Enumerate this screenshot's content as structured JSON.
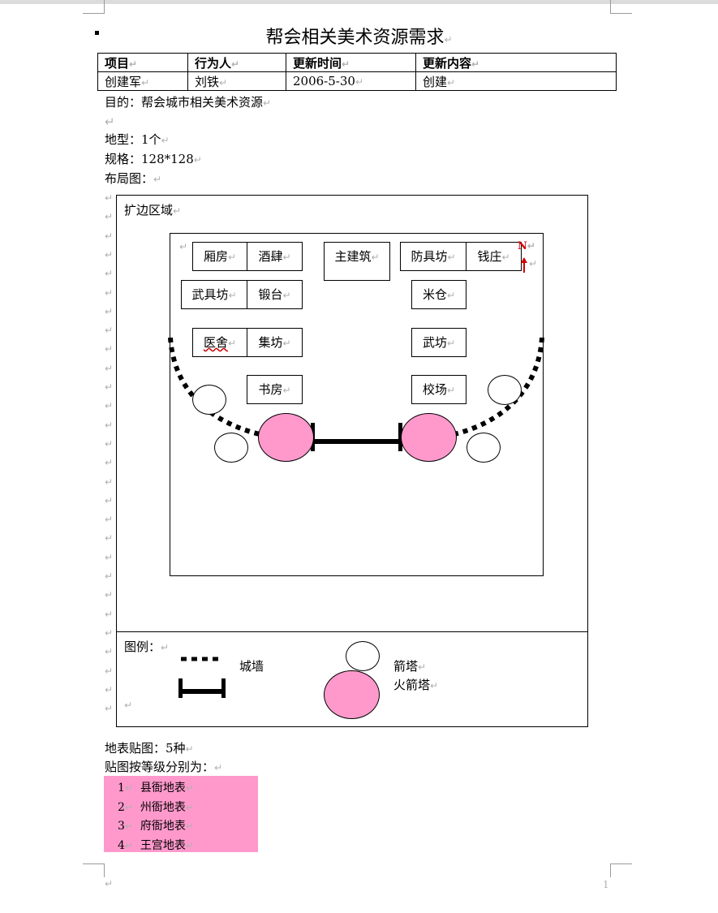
{
  "document": {
    "title": "帮会相关美术资源需求"
  },
  "marks": {
    "para": "↵",
    "tab": "↵"
  },
  "revision_table": {
    "headers": [
      "项目",
      "行为人",
      "更新时间",
      "更新内容"
    ],
    "rows": [
      [
        "创建军",
        "刘铁",
        "2006-5-30",
        "创建"
      ]
    ]
  },
  "body": {
    "purpose": "目的：帮会城市相关美术资源",
    "terrain_type": "地型：1个",
    "spec": "规格：128*128",
    "layout_label": "布局图：",
    "ground_textures": "地表贴图：5种",
    "levels_label": "贴图按等级分别为："
  },
  "diagram": {
    "expansion_label": "扩边区域",
    "north": "N",
    "buildings": {
      "wing_room": "厢房",
      "tavern": "酒肆",
      "main": "主建筑",
      "armor_shop": "防具坊",
      "bank": "钱庄",
      "weapon_shop": "武具坊",
      "forge": "锻台",
      "granary": "米仓",
      "clinic": "医舍",
      "market": "集坊",
      "martial_hall": "武坊",
      "study": "书房",
      "drill_ground": "校场"
    }
  },
  "legend": {
    "title": "图例：",
    "wall": "城墙",
    "arrow_tower": "箭塔",
    "fire_arrow_tower": "火箭塔"
  },
  "levels": [
    {
      "num": "1",
      "label": "县衙地表"
    },
    {
      "num": "2",
      "label": "州衙地表"
    },
    {
      "num": "3",
      "label": "府衙地表"
    },
    {
      "num": "4",
      "label": "王宫地表"
    }
  ],
  "footer": {
    "page_number": "1"
  }
}
